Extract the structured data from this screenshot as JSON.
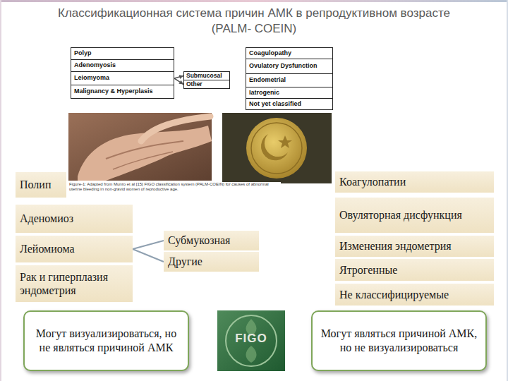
{
  "diagram": {
    "title": "Классификационная система причин АМК в репродуктивном возрасте (PALM- COEIN)",
    "nodes": [
      {
        "text": [
          "Polyp"
        ]
      },
      {
        "text": [
          "Adenomyosis"
        ]
      },
      {
        "text": [
          "Leiomyoma"
        ]
      },
      {
        "text": [
          "Malignancy & Hyperplasis"
        ]
      },
      {
        "text": [
          "Submucosal"
        ]
      },
      {
        "text": [
          "Other"
        ]
      },
      {
        "text": [
          "Coagulopathy"
        ]
      },
      {
        "text": [
          "Ovulatory Dysfunction"
        ]
      },
      {
        "text": [
          "Endometrial"
        ]
      },
      {
        "text": [
          "Iatrogenic"
        ]
      },
      {
        "text": [
          "Not yet classified"
        ]
      },
      {
        "text": [
          "Полип"
        ]
      },
      {
        "text": [
          "Аденомиоз"
        ]
      },
      {
        "text": [
          "Лейомиома"
        ]
      },
      {
        "text": [
          "Рак и гиперплазия эндометрия"
        ]
      },
      {
        "text": [
          "Субмукозная"
        ]
      },
      {
        "text": [
          "Другие"
        ]
      },
      {
        "text": [
          "Коагулопатии"
        ]
      },
      {
        "text": [
          "Овуляторная дисфункция"
        ]
      },
      {
        "text": [
          "Изменения эндометрия"
        ]
      },
      {
        "text": [
          "Ятрогенные"
        ]
      },
      {
        "text": [
          "Не классифицируемые"
        ]
      },
      {
        "text": [
          "Могут визуализироваться, но не являться причиной АМК"
        ]
      },
      {
        "text": [
          "Могут являться причиной АМК, но не визуализироваться"
        ]
      }
    ],
    "edges": [
      {
        "from": 2,
        "to": 4,
        "arrow": "to"
      },
      {
        "from": 2,
        "to": 5,
        "arrow": "to"
      },
      {
        "from": 13,
        "to": 15,
        "arrow": "none"
      },
      {
        "from": 13,
        "to": 16,
        "arrow": "none"
      }
    ],
    "labels": [
      "Figure-1: Adapted from Munro et al [15] FIGO classification system (PALM-COEIN) for causes of abnormal uterine bleeding in non-gravid women of reproductive age.",
      "FIGO"
    ]
  }
}
